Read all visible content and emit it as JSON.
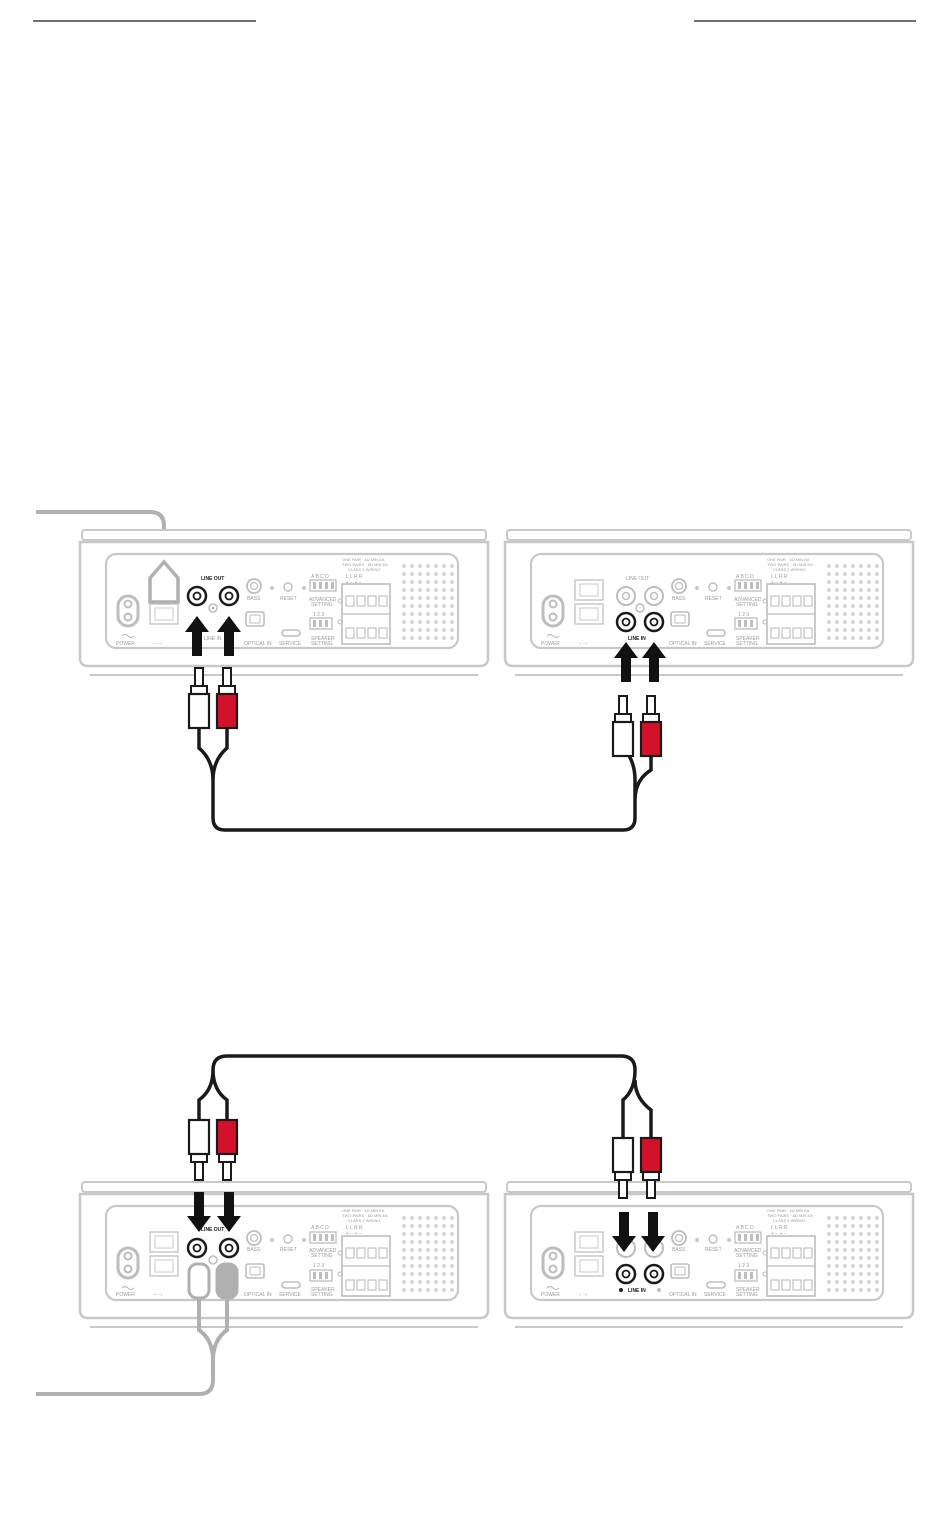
{
  "colors": {
    "device_outline": "#c8c8c8",
    "device_fill": "#ffffff",
    "cable_black": "#1a1a1a",
    "cable_grey": "#b0b0b0",
    "plug_red": "#d4112b",
    "arrow": "#111111"
  },
  "device_labels": {
    "power": "POWER",
    "network": "‹···›",
    "line_out": "LINE OUT",
    "line_in": "LINE IN",
    "bass": "BASS",
    "reset": "RESET",
    "optical_in": "OPTICAL IN",
    "service": "SERVICE",
    "advanced_setting_1": "ADVANCED",
    "advanced_setting_2": "SETTING",
    "speaker_setting_1": "SPEAKER",
    "speaker_setting_2": "SETTING",
    "dip_abcd": "A B C D",
    "dip_123": "1 2 3",
    "spec_1": "ONE PAIR · 4Ω MIN EA",
    "spec_2": "TWO PAIRS · 8Ω MIN EA",
    "spec_3": "CLASS 2 WIRING",
    "term_top": "L  L  R  R",
    "term_signs": "+  −  +  −"
  },
  "icons": {
    "power_symbol": "power-tilde-icon",
    "arrow": "arrow-icon",
    "rca_plug": "rca-plug-icon"
  },
  "diagrams": [
    {
      "id": "top",
      "flow": "left LINE OUT → right LINE IN"
    },
    {
      "id": "bottom",
      "flow": "left LINE OUT → right LINE IN"
    }
  ]
}
